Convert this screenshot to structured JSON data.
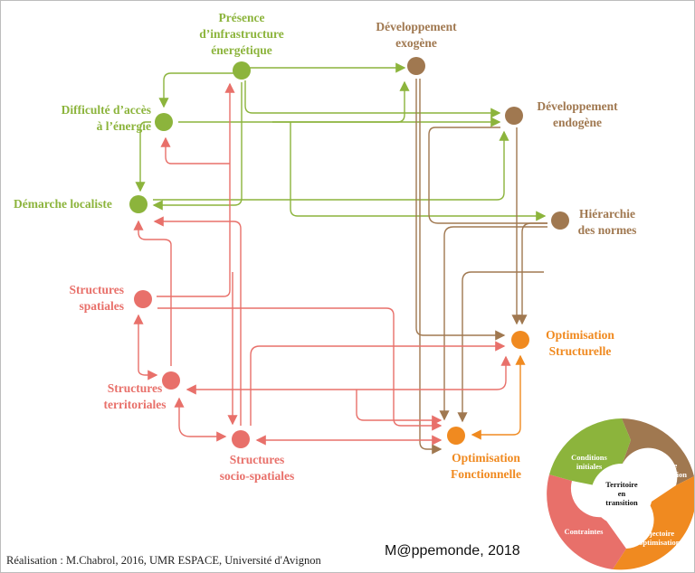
{
  "colors": {
    "green": "#8cb43c",
    "brown": "#a07850",
    "red": "#e8706a",
    "orange": "#f08a20"
  },
  "nodes": {
    "presence": [
      "Présence",
      "d’infrastructure",
      "énergétique"
    ],
    "difficulte": [
      "Difficulté d’accès",
      "à l’énergie"
    ],
    "demarche": [
      "Démarche localiste"
    ],
    "exogene": [
      "Développement",
      "exogène"
    ],
    "endogene": [
      "Développement",
      "endogène"
    ],
    "hierarchie": [
      "Hiérarchie",
      "des normes"
    ],
    "spatiales": [
      "Structures",
      "spatiales"
    ],
    "territoriales": [
      "Structures",
      "territoriales"
    ],
    "socio": [
      "Structures",
      "socio-spatiales"
    ],
    "structurelle": [
      "Optimisation",
      "Structurelle"
    ],
    "fonctionnelle": [
      "Optimisation",
      "Fonctionnelle"
    ]
  },
  "cycle": {
    "center": [
      "Territoire",
      "en",
      "transition"
    ],
    "conditions": [
      "Conditions",
      "initiales"
    ],
    "entree": [
      "Entrée",
      "en transition"
    ],
    "trajectoire": [
      "Trajectoire",
      "d’optimisation"
    ],
    "contraintes": [
      "Contraintes"
    ]
  },
  "footer": {
    "credit": "Réalisation : M.Chabrol, 2016, UMR ESPACE, Université d'Avignon",
    "brand": "M@ppemonde, 2018"
  }
}
